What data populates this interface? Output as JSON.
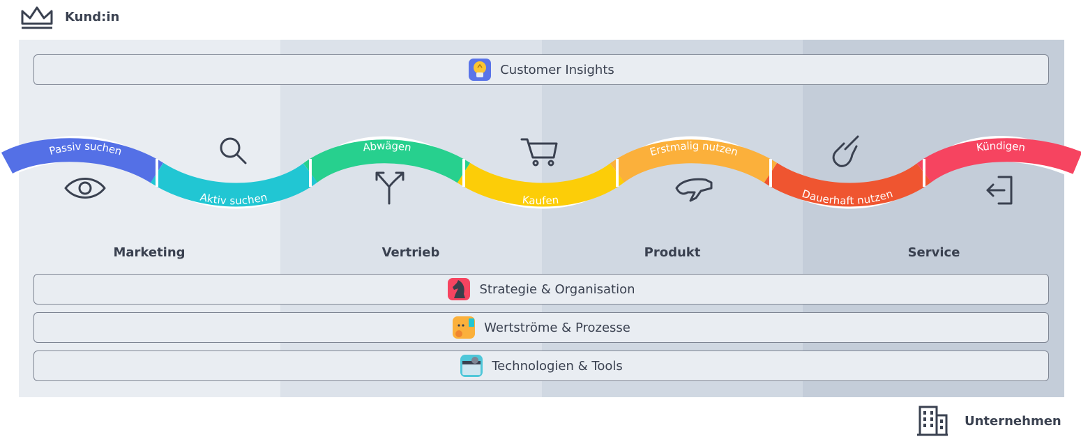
{
  "header": {
    "customer_label": "Kund:in",
    "crown_icon": "crown-icon"
  },
  "footer": {
    "company_label": "Unternehmen",
    "building_icon": "building-icon"
  },
  "top_bar": {
    "label": "Customer Insights",
    "icon": "lightbulb-icon"
  },
  "journey": {
    "stages": [
      {
        "label": "Passiv suchen",
        "color": "#5470e6",
        "icon": "eye-icon"
      },
      {
        "label": "Aktiv suchen",
        "color": "#21c6d3",
        "icon": "magnifier-icon"
      },
      {
        "label": "Abwägen",
        "color": "#27d08e",
        "icon": "split-arrow-icon"
      },
      {
        "label": "Kaufen",
        "color": "#fccd08",
        "icon": "shopping-cart-icon"
      },
      {
        "label": "Erstmalig nutzen",
        "color": "#fbb03b",
        "icon": "hand-icon"
      },
      {
        "label": "Dauerhaft nutzen",
        "color": "#ef5530",
        "icon": "pointing-hand-icon"
      },
      {
        "label": "Kündigen",
        "color": "#f64460",
        "icon": "exit-icon"
      }
    ]
  },
  "departments": [
    {
      "label": "Marketing",
      "color": "#e9edf2"
    },
    {
      "label": "Vertrieb",
      "color": "#dce2ea"
    },
    {
      "label": "Produkt",
      "color": "#d0d8e2"
    },
    {
      "label": "Service",
      "color": "#c4cdd9"
    }
  ],
  "bottom_bars": [
    {
      "label": "Strategie & Organisation",
      "icon": "chess-knight-icon"
    },
    {
      "label": "Wertströme & Prozesse",
      "icon": "process-icon"
    },
    {
      "label": "Technologien & Tools",
      "icon": "tools-icon"
    }
  ]
}
